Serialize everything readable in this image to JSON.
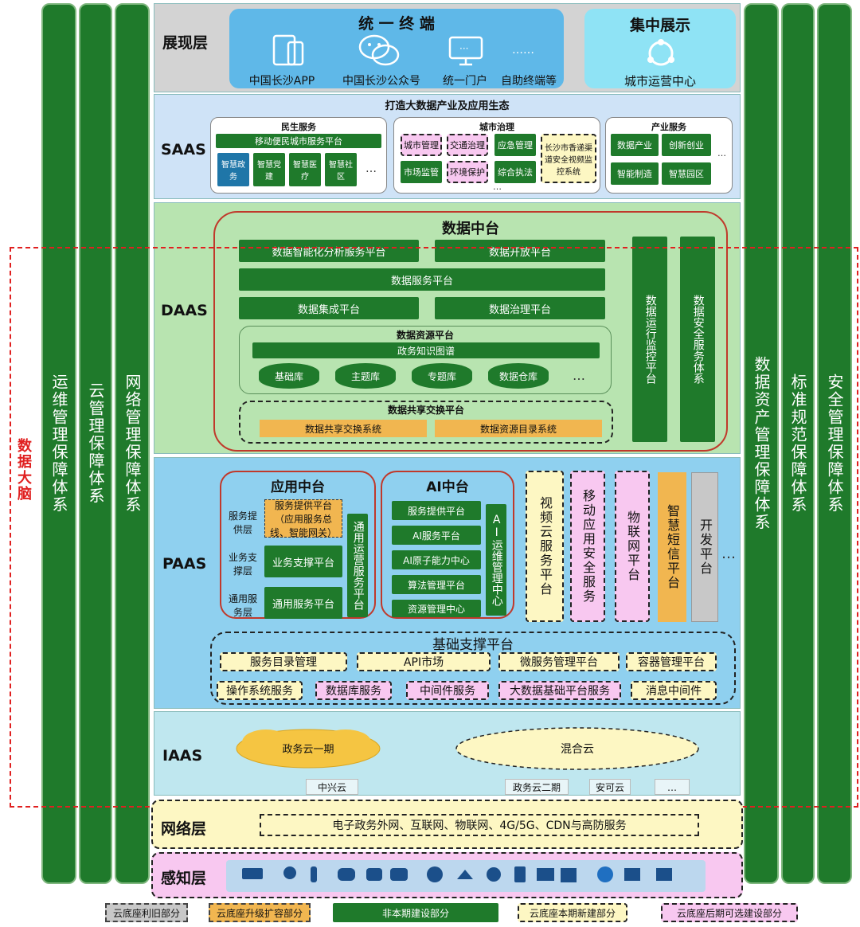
{
  "side_left": [
    "运维管理保障体系",
    "云管理保障体系",
    "网络管理保障体系"
  ],
  "side_right": [
    "数据资产管理保障体系",
    "标准规范保障体系",
    "安全管理保障体系"
  ],
  "data_brain": "数据大脑",
  "layers": {
    "show": "展现层",
    "saas": "SAAS",
    "daas": "DAAS",
    "paas": "PAAS",
    "iaas": "IAAS",
    "network": "网络层",
    "sense": "感知层"
  },
  "show": {
    "unified_title": "统 一 终 端",
    "terminals": [
      "中国长沙APP",
      "中国长沙公众号",
      "统一门户",
      "自助终端等"
    ],
    "dots": "……",
    "central_title": "集中展示",
    "central_item": "城市运营中心"
  },
  "saas": {
    "title": "打造大数据产业及应用生态",
    "minsheng": {
      "title": "民生服务",
      "platform": "移动便民城市服务平台",
      "items": [
        "智慧政务",
        "智慧党建",
        "智慧医疗",
        "智慧社区"
      ],
      "more": "…"
    },
    "chengshi": {
      "title": "城市治理",
      "items": [
        "城市管理",
        "交通治理",
        "应急管理",
        "市场监管",
        "环境保护",
        "综合执法"
      ],
      "big": "长沙市香递渠道安全视频监控系统",
      "more": "…"
    },
    "chanye": {
      "title": "产业服务",
      "items": [
        "数据产业",
        "创新创业",
        "智能制造",
        "智慧园区"
      ],
      "more": "…"
    }
  },
  "daas": {
    "title": "数据中台",
    "p1": "数据智能化分析服务平台",
    "p2": "数据开放平台",
    "p3": "数据服务平台",
    "p4": "数据集成平台",
    "p5": "数据治理平台",
    "resource_title": "数据资源平台",
    "knowledge": "政务知识图谱",
    "dbs": [
      "基础库",
      "主题库",
      "专题库",
      "数据仓库"
    ],
    "more": "…",
    "share_title": "数据共享交换平台",
    "share_items": [
      "数据共享交换系统",
      "数据资源目录系统"
    ],
    "monitor": "数据运行监控平台",
    "security": "数据安全服务体系"
  },
  "paas": {
    "app_title": "应用中台",
    "app_rows": [
      {
        "label": "服务提供层",
        "value": "服务提供平台（应用服务总线、智能网关）"
      },
      {
        "label": "业务支撑层",
        "value": "业务支撑平台"
      },
      {
        "label": "通用服务层",
        "value": "通用服务平台"
      }
    ],
    "app_ops": "通用运营服务平台",
    "ai_title": "AI中台",
    "ai_items": [
      "服务提供平台",
      "AI服务平台",
      "AI原子能力中心",
      "算法管理平台",
      "资源管理中心"
    ],
    "ai_ops": "AI运维管理中心",
    "col_platforms": [
      {
        "name": "视频云服务平台",
        "style": "yellow"
      },
      {
        "name": "移动应用安全服务",
        "style": "pink"
      },
      {
        "name": "物联网平台",
        "style": "pink"
      },
      {
        "name": "智慧短信平台",
        "style": "orange"
      },
      {
        "name": "开发平台",
        "style": "gray"
      }
    ],
    "more": "…",
    "base_title": "基础支撑平台",
    "base_row1": [
      "服务目录管理",
      "API市场",
      "微服务管理平台",
      "容器管理平台"
    ],
    "base_row2": [
      {
        "name": "操作系统服务",
        "style": "yellow"
      },
      {
        "name": "数据库服务",
        "style": "pink"
      },
      {
        "name": "中间件服务",
        "style": "pink"
      },
      {
        "name": "大数据基础平台服务",
        "style": "pink"
      },
      {
        "name": "消息中间件",
        "style": "yellow"
      }
    ]
  },
  "iaas": {
    "cloud1": "政务云一期",
    "cloud2": "混合云",
    "sub": [
      "中兴云",
      "政务云二期",
      "安可云",
      "…"
    ]
  },
  "network": {
    "text": "电子政务外网、互联网、物联网、4G/5G、CDN与高防服务"
  },
  "legend": [
    {
      "name": "云底座利旧部分",
      "style": "gray"
    },
    {
      "name": "云底座升级扩容部分",
      "style": "orange"
    },
    {
      "name": "非本期建设部分",
      "style": "green"
    },
    {
      "name": "云底座本期新建部分",
      "style": "yellow"
    },
    {
      "name": "云底座后期可选建设部分",
      "style": "pink"
    }
  ]
}
